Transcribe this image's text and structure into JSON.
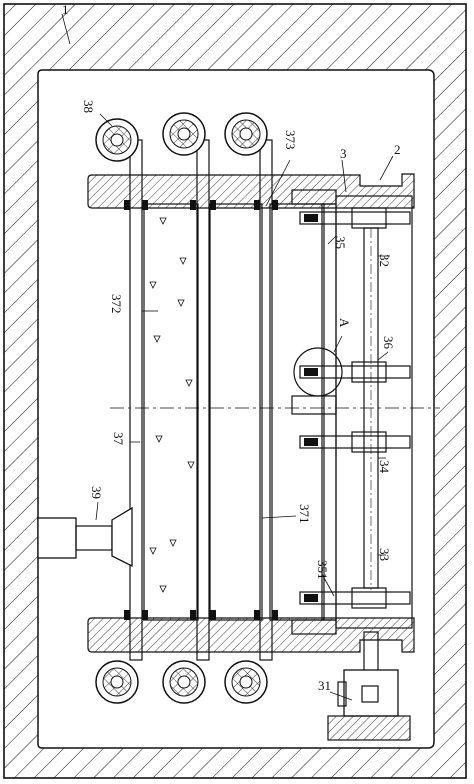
{
  "labels": {
    "l1": "1",
    "l2": "2",
    "l3": "3",
    "l31": "31",
    "l32": "32",
    "l33": "33",
    "l34": "34",
    "l35": "35",
    "l351": "351",
    "l36": "36",
    "l37": "37",
    "l371": "371",
    "l372": "372",
    "l373": "373",
    "l38": "38",
    "l39": "39",
    "lA": "A"
  },
  "colors": {
    "line": "#111111",
    "background": "#ffffff"
  }
}
